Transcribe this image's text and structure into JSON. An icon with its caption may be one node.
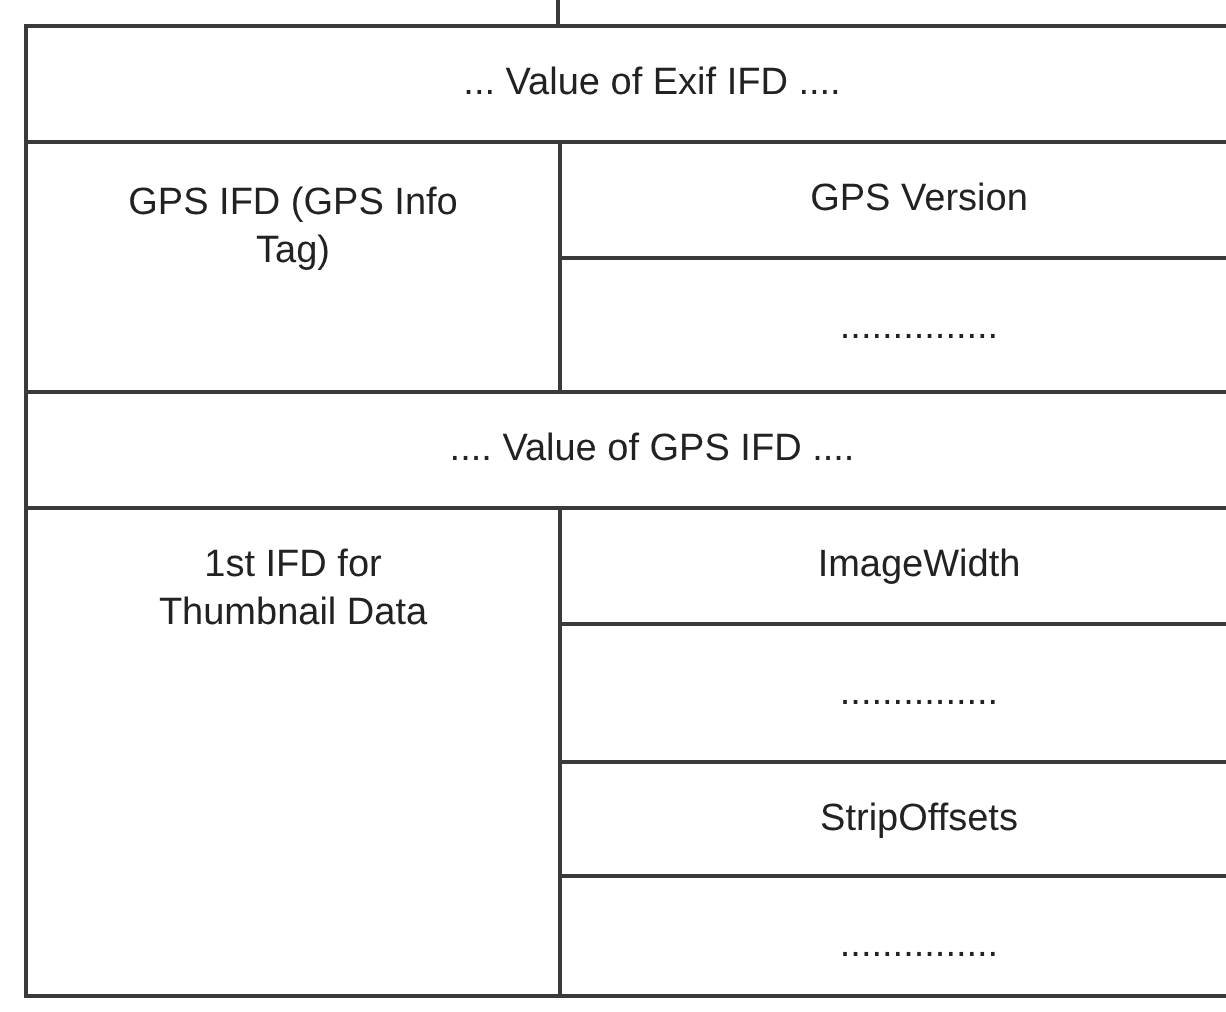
{
  "diagram": {
    "labels": [
      "... Value of Exif IFD ....",
      "GPS IFD (GPS Info Tag)",
      "GPS Version",
      "...............",
      ".... Value of GPS IFD ....",
      "1st IFD for Thumbnail Data",
      "ImageWidth",
      "...............",
      "StripOffsets",
      "..............."
    ]
  }
}
